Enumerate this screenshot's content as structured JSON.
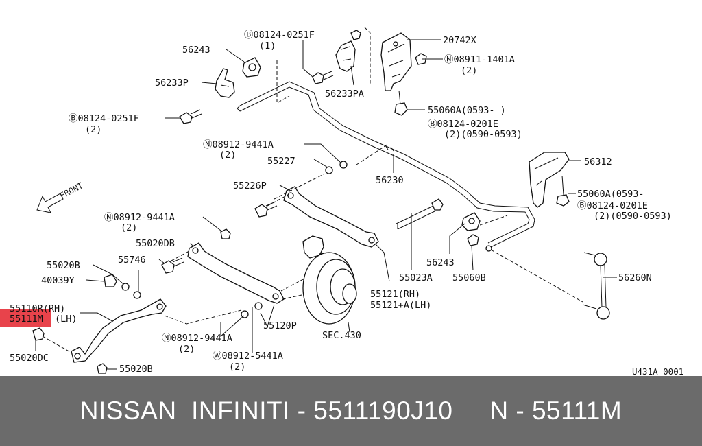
{
  "diagram": {
    "labels": [
      {
        "id": "l1",
        "text": "Ⓑ08124-0251F"
      },
      {
        "id": "l2",
        "text": "(1)"
      },
      {
        "id": "l3",
        "text": "20742X"
      },
      {
        "id": "l4",
        "text": "56243"
      },
      {
        "id": "l5",
        "text": "Ⓝ08911-1401A"
      },
      {
        "id": "l6",
        "text": "(2)"
      },
      {
        "id": "l7",
        "text": "56233P"
      },
      {
        "id": "l8",
        "text": "56233PA"
      },
      {
        "id": "l9",
        "text": "55060A(0593-    )"
      },
      {
        "id": "l10",
        "text": "Ⓑ08124-0251F"
      },
      {
        "id": "l11",
        "text": "(2)"
      },
      {
        "id": "l12",
        "text": "Ⓑ08124-0201E"
      },
      {
        "id": "l13",
        "text": "(2)(0590-0593)"
      },
      {
        "id": "l14",
        "text": "Ⓝ08912-9441A"
      },
      {
        "id": "l15",
        "text": "(2)"
      },
      {
        "id": "l16",
        "text": "55227"
      },
      {
        "id": "l17",
        "text": "56230"
      },
      {
        "id": "l18",
        "text": "56312"
      },
      {
        "id": "l19",
        "text": "55226P"
      },
      {
        "id": "l20",
        "text": "FRONT"
      },
      {
        "id": "l21",
        "text": "55060A(0593-    "
      },
      {
        "id": "l22",
        "text": "Ⓑ08124-0201E"
      },
      {
        "id": "l23",
        "text": "(2)(0590-0593)"
      },
      {
        "id": "l24",
        "text": "Ⓝ08912-9441A"
      },
      {
        "id": "l25",
        "text": "(2)"
      },
      {
        "id": "l26",
        "text": "55020DB"
      },
      {
        "id": "l27",
        "text": "56243"
      },
      {
        "id": "l28",
        "text": "55746"
      },
      {
        "id": "l29",
        "text": "55060B"
      },
      {
        "id": "l30",
        "text": "55023A"
      },
      {
        "id": "l31",
        "text": "56260N"
      },
      {
        "id": "l32",
        "text": "55020B"
      },
      {
        "id": "l33",
        "text": "40039Y"
      },
      {
        "id": "l34",
        "text": "55121(RH)"
      },
      {
        "id": "l35",
        "text": "55121+A(LH)"
      },
      {
        "id": "l36",
        "text": "55110R(RH)"
      },
      {
        "id": "l37",
        "text": "55111M"
      },
      {
        "id": "l38",
        "text": "(LH)"
      },
      {
        "id": "l39",
        "text": "55120P"
      },
      {
        "id": "l40",
        "text": "SEC.430"
      },
      {
        "id": "l41",
        "text": "Ⓝ08912-9441A"
      },
      {
        "id": "l42",
        "text": "(2)"
      },
      {
        "id": "l43",
        "text": "55020DC"
      },
      {
        "id": "l44",
        "text": "Ⓦ08912-5441A"
      },
      {
        "id": "l45",
        "text": "(2)"
      },
      {
        "id": "l46",
        "text": "55020B"
      },
      {
        "id": "l47",
        "text": "U431A 0001"
      }
    ],
    "highlight_color": "#e8434b"
  },
  "banner": {
    "text": "NISSAN  INFINITI - 5511190J10     N - 55111M",
    "background": "#6b6b6b",
    "color": "#ffffff"
  }
}
